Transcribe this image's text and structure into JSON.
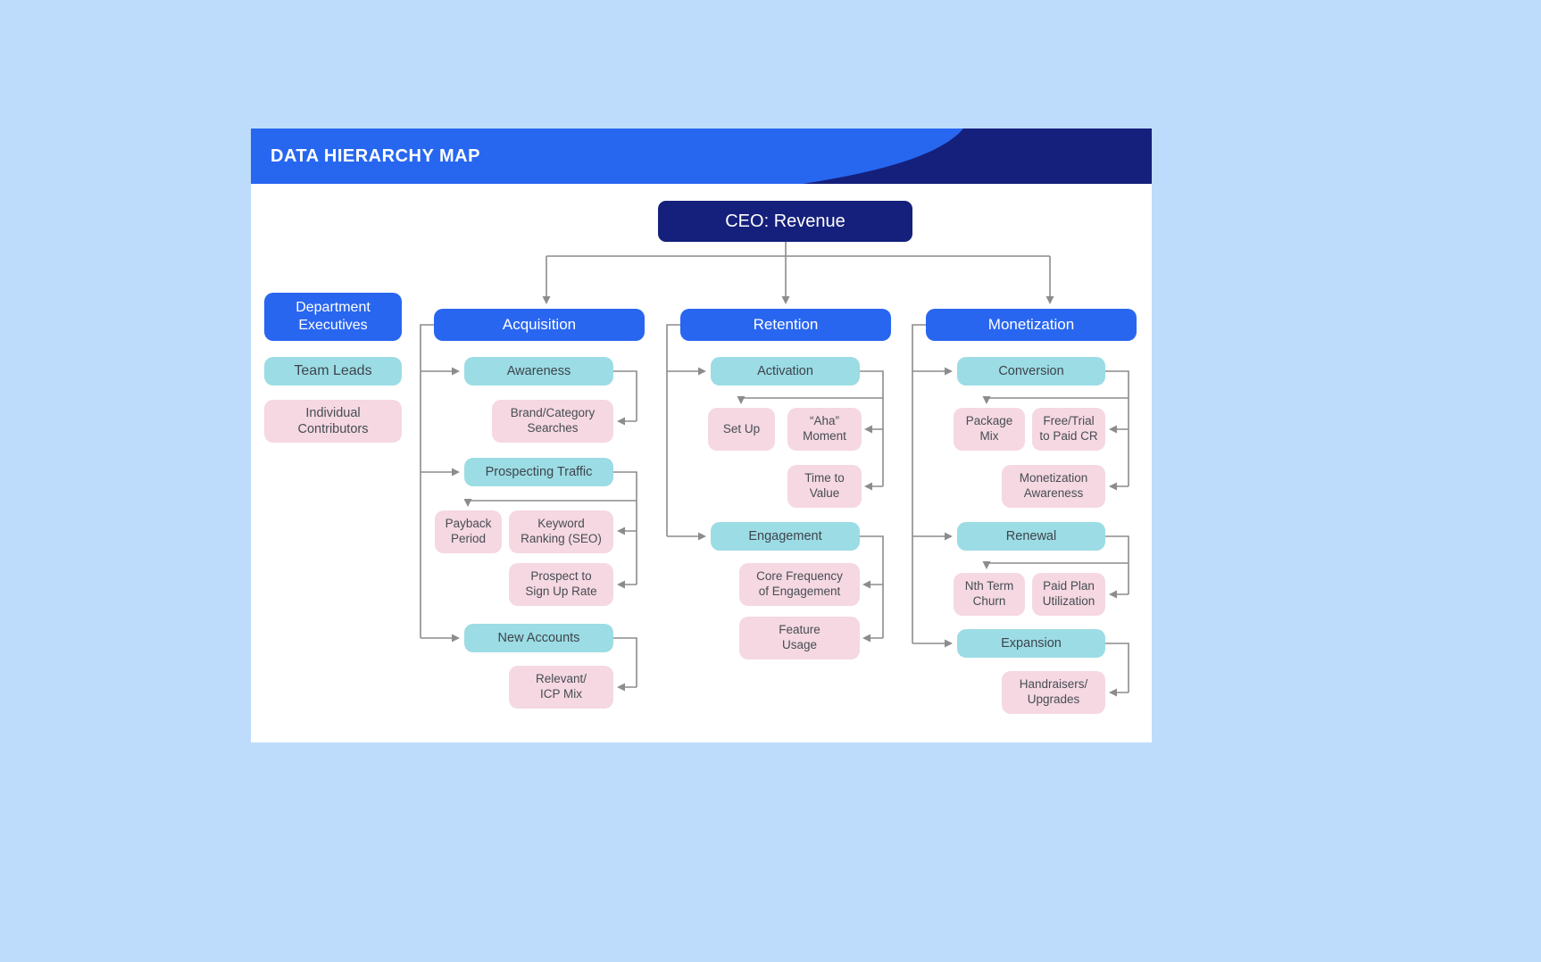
{
  "title": "DATA HIERARCHY MAP",
  "palette": {
    "page_background": "#bddcfb",
    "panel": "#ffffff",
    "header_blue": "#2767f0",
    "header_swoosh_navy": "#15207c",
    "executive_blue": "#2966f0",
    "team_lead_teal": "#9cdce4",
    "individual_pink": "#f5d8e1",
    "connector_gray": "#8c8c8c"
  },
  "root": {
    "label": "CEO: Revenue"
  },
  "legend": {
    "executives": "Department\nExecutives",
    "team_leads": "Team Leads",
    "individual_contributors": "Individual\nContributors"
  },
  "columns": {
    "acquisition": "Acquisition",
    "retention": "Retention",
    "monetization": "Monetization"
  },
  "nodes": {
    "awareness": "Awareness",
    "brand_category_searches": "Brand/Category\nSearches",
    "prospecting_traffic": "Prospecting Traffic",
    "payback_period": "Payback\nPeriod",
    "keyword_ranking_seo": "Keyword\nRanking (SEO)",
    "prospect_to_sign_up_rate": "Prospect to\nSign Up Rate",
    "new_accounts": "New Accounts",
    "relevant_icp_mix": "Relevant/\nICP Mix",
    "activation": "Activation",
    "set_up": "Set Up",
    "aha_moment": "“Aha”\nMoment",
    "time_to_value": "Time to\nValue",
    "engagement": "Engagement",
    "core_frequency_of_engagement": "Core Frequency\nof Engagement",
    "feature_usage": "Feature\nUsage",
    "conversion": "Conversion",
    "package_mix": "Package\nMix",
    "free_trial_to_paid_cr": "Free/Trial\nto Paid CR",
    "monetization_awareness": "Monetization\nAwareness",
    "renewal": "Renewal",
    "nth_term_churn": "Nth Term\nChurn",
    "paid_plan_utilization": "Paid Plan\nUtilization",
    "expansion": "Expansion",
    "handraisers_upgrades": "Handraisers/\nUpgrades"
  }
}
